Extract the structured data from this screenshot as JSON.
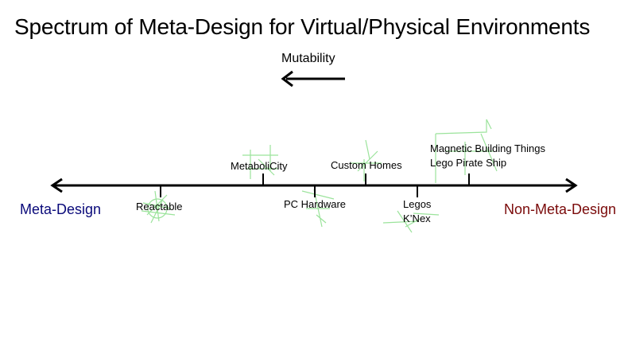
{
  "title": "Spectrum of Meta-Design for Virtual/Physical Environments",
  "direction_label": "Mutability",
  "axis": {
    "left_end": "Meta-Design",
    "right_end": "Non-Meta-Design"
  },
  "colors": {
    "left_end": "#0a0a7a",
    "right_end": "#7a0a0a",
    "axis": "#000000",
    "sketch": "#9be39b"
  },
  "items": {
    "reactable": "Reactable",
    "metabolicity": "MetaboliCity",
    "pc_hardware": "PC Hardware",
    "custom_homes": "Custom Homes",
    "legos": "Legos",
    "knex": "K’Nex",
    "magnetic": "Magnetic Building Things",
    "lego_pirate": "Lego Pirate Ship"
  }
}
